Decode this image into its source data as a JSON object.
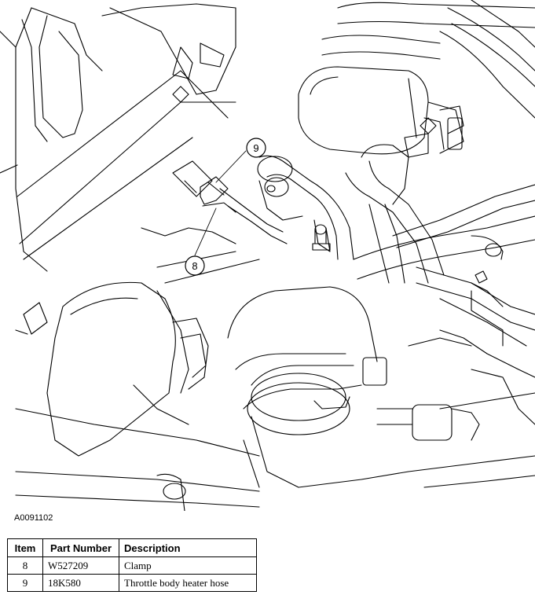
{
  "figure": {
    "id": "A0091102",
    "callouts": [
      {
        "label": "9",
        "name": "callout-9"
      },
      {
        "label": "8",
        "name": "callout-8"
      }
    ]
  },
  "parts_table": {
    "headers": [
      "Item",
      "Part Number",
      "Description"
    ],
    "rows": [
      {
        "item": "8",
        "part_number": "W527209",
        "description": "Clamp"
      },
      {
        "item": "9",
        "part_number": "18K580",
        "description": "Throttle body heater hose"
      }
    ]
  }
}
